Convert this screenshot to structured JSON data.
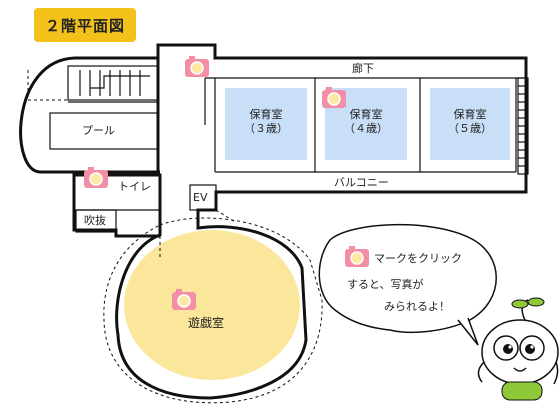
{
  "floor_title": "２階平面図",
  "rooms": {
    "corridor": "廊下",
    "nursery_3": {
      "name": "保育室",
      "age": "（３歳）"
    },
    "nursery_4": {
      "name": "保育室",
      "age": "（４歳）"
    },
    "nursery_5": {
      "name": "保育室",
      "age": "（５歳）"
    },
    "pool": "プール",
    "toilet": "トイレ",
    "balcony": "バルコニー",
    "elevator": "EV",
    "atrium": "吹抜",
    "playroom": "遊戯室"
  },
  "bubble": {
    "line1": "マークをクリック",
    "line2": "すると、写真が",
    "line3": "みられるよ！"
  },
  "colors": {
    "title_badge": "#f2c21b",
    "nursery_fill": "#c9def7",
    "playroom_fill": "#fbe79b",
    "camera_pink": "#f28fa6",
    "camera_lens": "#fde8a4",
    "mascot_green": "#8fc93a"
  },
  "icons": [
    "camera-icon",
    "mascot-icon"
  ]
}
